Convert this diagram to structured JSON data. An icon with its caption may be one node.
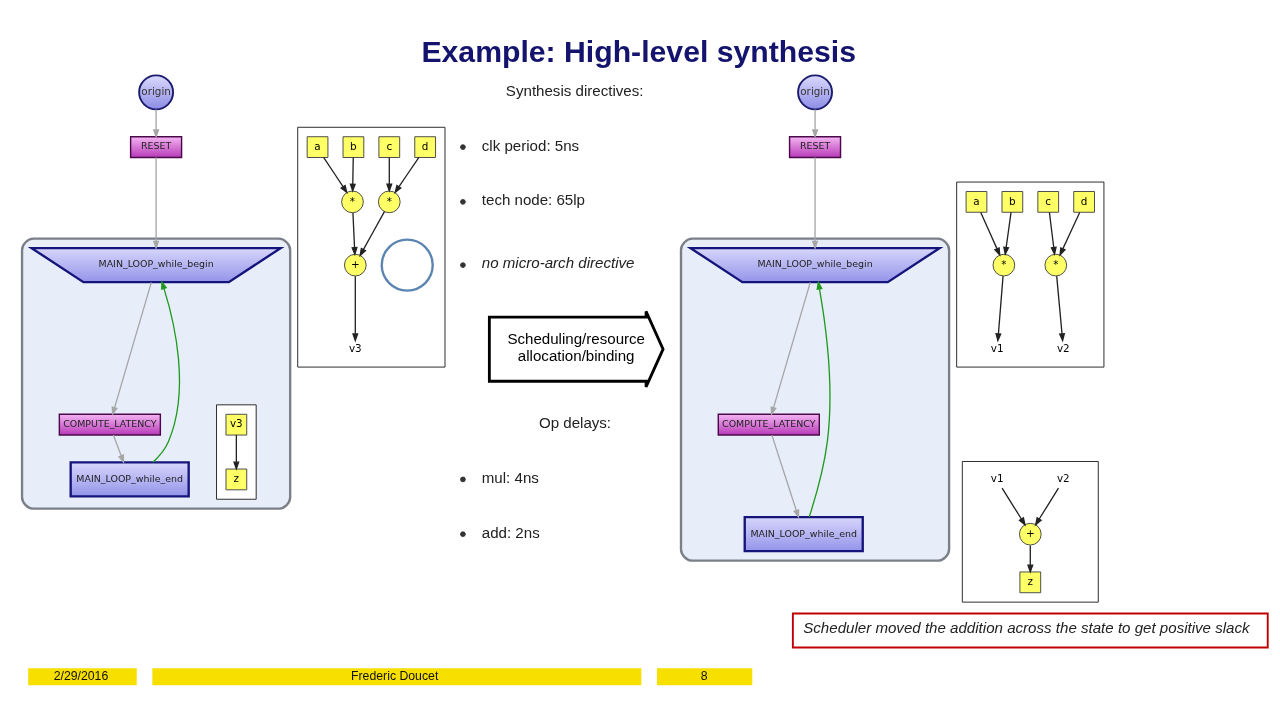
{
  "diagram": {
    "title": "Example: High-level synthesis",
    "nodes": [
      {
        "text": [
          "origin"
        ]
      },
      {
        "text": [
          "RESET"
        ]
      },
      {
        "text": [],
        "shape": "box"
      },
      {
        "text": [
          "MAIN_LOOP_while_begin"
        ],
        "in": 2
      },
      {
        "text": [
          "COMPUTE_LATENCY"
        ],
        "in": 2
      },
      {
        "text": [
          "MAIN_LOOP_while_end"
        ],
        "in": 2
      },
      {
        "text": [],
        "shape": "box"
      },
      {
        "text": [
          "a"
        ],
        "in": 6
      },
      {
        "text": [
          "b"
        ],
        "in": 6
      },
      {
        "text": [
          "c"
        ],
        "in": 6
      },
      {
        "text": [
          "d"
        ],
        "in": 6
      },
      {
        "text": [
          "*"
        ],
        "in": 6
      },
      {
        "text": [
          "*"
        ],
        "in": 6
      },
      {
        "text": [],
        "shape": "circle",
        "in": 6
      },
      {
        "text": [
          "+"
        ],
        "in": 6
      },
      {
        "text": [
          "v3"
        ],
        "in": 6
      },
      {
        "text": [],
        "shape": "box",
        "in": 2
      },
      {
        "text": [
          "v3"
        ],
        "in": 16
      },
      {
        "text": [
          "z"
        ],
        "in": 16
      },
      {
        "text": [
          "Scheduling/resource allocation/binding"
        ]
      },
      {
        "text": [
          "origin"
        ]
      },
      {
        "text": [
          "RESET"
        ]
      },
      {
        "text": [],
        "shape": "box"
      },
      {
        "text": [
          "MAIN_LOOP_while_begin"
        ],
        "in": 22
      },
      {
        "text": [
          "COMPUTE_LATENCY"
        ],
        "in": 22
      },
      {
        "text": [
          "MAIN_LOOP_while_end"
        ],
        "in": 22
      },
      {
        "text": [],
        "shape": "box"
      },
      {
        "text": [
          "a"
        ],
        "in": 26
      },
      {
        "text": [
          "b"
        ],
        "in": 26
      },
      {
        "text": [
          "c"
        ],
        "in": 26
      },
      {
        "text": [
          "d"
        ],
        "in": 26
      },
      {
        "text": [
          "*"
        ],
        "in": 26
      },
      {
        "text": [
          "*"
        ],
        "in": 26
      },
      {
        "text": [
          "v1"
        ],
        "in": 26
      },
      {
        "text": [
          "v2"
        ],
        "in": 26
      },
      {
        "text": [],
        "shape": "box"
      },
      {
        "text": [
          "v1"
        ],
        "in": 35
      },
      {
        "text": [
          "v2"
        ],
        "in": 35
      },
      {
        "text": [
          "+"
        ],
        "in": 35
      },
      {
        "text": [
          "z"
        ],
        "in": 35
      },
      {
        "text": [
          "Scheduler moved the addition across the state to get positive slack"
        ]
      }
    ],
    "edges": [
      {
        "from": 0,
        "to": 1,
        "arrow": "to",
        "color": "#a6a6a6"
      },
      {
        "from": 1,
        "to": 3,
        "arrow": "to",
        "color": "#a6a6a6"
      },
      {
        "from": 3,
        "to": 4,
        "arrow": "to",
        "color": "#a6a6a6"
      },
      {
        "from": 4,
        "to": 5,
        "arrow": "to",
        "color": "#a6a6a6"
      },
      {
        "from": 5,
        "to": 3,
        "arrow": "to",
        "color": "#1f9a1f"
      },
      {
        "from": 7,
        "to": 11,
        "arrow": "to"
      },
      {
        "from": 8,
        "to": 11,
        "arrow": "to"
      },
      {
        "from": 9,
        "to": 12,
        "arrow": "to"
      },
      {
        "from": 10,
        "to": 12,
        "arrow": "to"
      },
      {
        "from": 11,
        "to": 14,
        "arrow": "to"
      },
      {
        "from": 12,
        "to": 14,
        "arrow": "to"
      },
      {
        "from": 14,
        "to": 15,
        "arrow": "to"
      },
      {
        "from": 17,
        "to": 18,
        "arrow": "to"
      },
      {
        "from": 20,
        "to": 21,
        "arrow": "to",
        "color": "#a6a6a6"
      },
      {
        "from": 21,
        "to": 23,
        "arrow": "to",
        "color": "#a6a6a6"
      },
      {
        "from": 23,
        "to": 24,
        "arrow": "to",
        "color": "#a6a6a6"
      },
      {
        "from": 24,
        "to": 25,
        "arrow": "to",
        "color": "#a6a6a6"
      },
      {
        "from": 25,
        "to": 23,
        "arrow": "to",
        "color": "#1f9a1f"
      },
      {
        "from": 27,
        "to": 31,
        "arrow": "to"
      },
      {
        "from": 28,
        "to": 31,
        "arrow": "to"
      },
      {
        "from": 29,
        "to": 32,
        "arrow": "to"
      },
      {
        "from": 30,
        "to": 32,
        "arrow": "to"
      },
      {
        "from": 31,
        "to": 33,
        "arrow": "to"
      },
      {
        "from": 32,
        "to": 34,
        "arrow": "to"
      },
      {
        "from": 36,
        "to": 38,
        "arrow": "to"
      },
      {
        "from": 37,
        "to": 38,
        "arrow": "to"
      },
      {
        "from": 38,
        "to": 39,
        "arrow": "to"
      }
    ],
    "labels": [
      "Synthesis directives:",
      "clk period: 5ns",
      "tech node: 65lp",
      "no micro-arch directive",
      "Op delays:",
      "mul: 4ns",
      "add: 2ns",
      "2/29/2016",
      "Frederic Doucet",
      "8"
    ]
  }
}
